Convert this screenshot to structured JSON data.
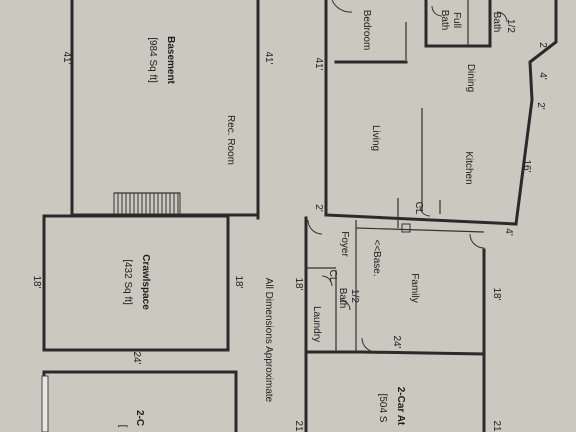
{
  "labels": {
    "basement": "Basement",
    "basement_area": "[984 Sq ft]",
    "rec_room": "Rec. Room",
    "crawlspace": "Crawlspace",
    "crawlspace_area": "[432 Sq ft]",
    "all_dims": "All Dimensions Approximate",
    "bedroom": "Bedroom",
    "full_bath_1": "Full",
    "full_bath_2": "Bath",
    "half_bath_top_1": "1/2",
    "half_bath_top_2": "Bath",
    "dining": "Dining",
    "living": "Living",
    "kitchen": "Kitchen",
    "cl_kitchen": "CL",
    "foyer": "Foyer",
    "base_arrow": "<<Base.",
    "cl_foyer": "CL",
    "half_bath_1": "1/2",
    "half_bath_2": "Bath",
    "laundry": "Laundry",
    "family": "Family",
    "garage_1": "2-Car At",
    "garage_area": "[504 S",
    "garage_bottom": "2-C",
    "garage_bottom_bracket": "["
  },
  "dims": {
    "d41a": "41'",
    "d41b": "41'",
    "d41c": "41'",
    "d18a": "18'",
    "d18b": "18'",
    "d18c": "18'",
    "d18d": "18'",
    "d24a": "24'",
    "d24b": "24'",
    "d16": "16'",
    "d4a": "4'",
    "d4b": "4'",
    "d2a": "2'",
    "d2b": "2'",
    "d2c": "2'",
    "d21a": "21",
    "d21b": "21"
  }
}
